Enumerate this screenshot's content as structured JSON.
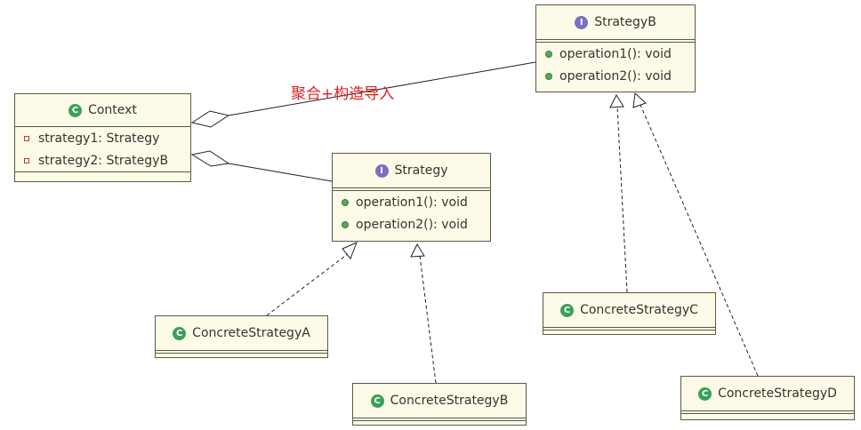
{
  "association_label": "聚合+构造导入",
  "boxes": {
    "context": {
      "name": "Context",
      "fields": [
        "strategy1: Strategy",
        "strategy2: StrategyB"
      ]
    },
    "strategy": {
      "name": "Strategy",
      "methods": [
        "operation1(): void",
        "operation2(): void"
      ]
    },
    "strategyB": {
      "name": "StrategyB",
      "methods": [
        "operation1(): void",
        "operation2(): void"
      ]
    },
    "concreteA": {
      "name": "ConcreteStrategyA"
    },
    "concreteB": {
      "name": "ConcreteStrategyB"
    },
    "concreteC": {
      "name": "ConcreteStrategyC"
    },
    "concreteD": {
      "name": "ConcreteStrategyD"
    }
  },
  "colors": {
    "box_fill": "#fdfbe8",
    "border": "#5a5a44",
    "class_icon": "#3aa05a",
    "interface_icon": "#7b6fc0",
    "label": "#e02020"
  }
}
